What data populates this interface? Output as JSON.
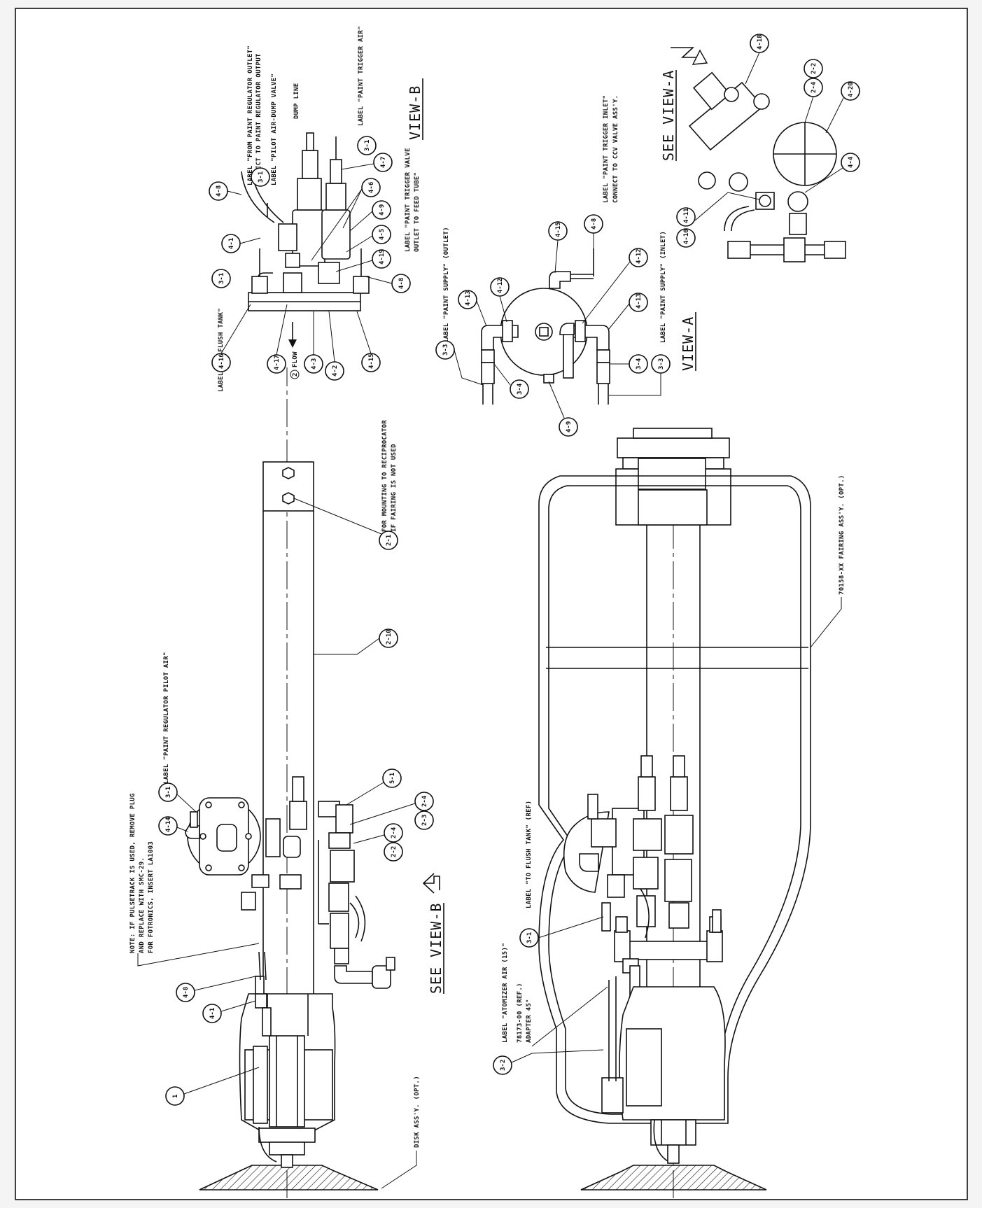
{
  "labels": {
    "from_paint_regulator_outlet": "LABEL \"FROM PAINT REGULATOR OUTLET\"",
    "connect_paint_regulator_output": "CONNECT TO PAINT REGULATOR OUTPUT",
    "pilot_air_dump_valve": "LABEL \"PILOT AIR-DUMP VALVE\"",
    "dump_line": "DUMP LINE",
    "paint_trigger_air": "LABEL \"PAINT TRIGGER AIR\"",
    "to_flush_tank_top": "LABEL \"TO FLUSH TANK\"",
    "flow": "FLOW",
    "flow_num": "2",
    "paint_trigger_valve_1": "LABEL \"PAINT TRIGGER VALVE",
    "paint_trigger_valve_2": "OUTLET TO FEED TUBE\"",
    "paint_supply_outlet": "LABEL \"PAINT SUPPLY\" (OUTLET)",
    "paint_trigger_inlet": "LABEL \"PAINT TRIGGER INLET\"",
    "connect_ccv": "CONNECT TO CCV VALVE ASS'Y.",
    "paint_supply_inlet": "LABEL \"PAINT SUPPLY\" (INLET)",
    "mounting_1": "FOR MOUNTING TO RECIPROCATOR",
    "mounting_2": "IF FAIRING IS NOT USED",
    "paint_regulator_pilot_air": "LABEL \"PAINT REGULATOR PILOT AIR\"",
    "note_1": "NOTE: IF PULSETRACK IS USED, REMOVE PLUG",
    "note_2": "AND REPLACE WITH SMC-29.",
    "note_3": "FOR FOTRONICS, INSERT LA1003",
    "disk_assy": "DISK ASS'Y. (OPT.)",
    "atomizer_air": "LABEL \"ATOMIZER AIR (15)\"",
    "adapter_1": "78173-00 (REF.)",
    "adapter_2": "ADAPTER 45°",
    "to_flush_tank_ref": "LABEL \"TO FLUSH TANK\" (REF)",
    "fairing_assy": "70158-XX FAIRING ASS'Y. (OPT.)"
  },
  "views": {
    "view_a": "VIEW-A",
    "view_b": "VIEW-B",
    "see_view_a": "SEE VIEW-A",
    "see_view_b": "SEE VIEW-B"
  },
  "bubbles": {
    "b_4_8_top": "4-8",
    "b_3_1_top": "3-1",
    "b_4_1_top": "4-1",
    "b_3_1_left": "3-1",
    "b_3_1_right": "3-1",
    "b_4_7": "4-7",
    "b_4_6": "4-6",
    "b_4_9_top": "4-9",
    "b_4_5": "4-5",
    "b_4_19": "4-19",
    "b_4_8_right": "4-8",
    "b_4_16": "4-16",
    "b_4_17": "4-17",
    "b_4_3": "4-3",
    "b_4_2": "4-2",
    "b_4_15_top": "4-15",
    "b_3_3_left": "3-3",
    "b_4_13_left": "4-13",
    "b_4_12_left": "4-12",
    "b_3_4_left": "3-4",
    "b_4_9_mid": "4-9",
    "b_4_15_mid": "4-15",
    "b_4_8_mid": "4-8",
    "b_4_12_right": "4-12",
    "b_4_13_right": "4-13",
    "b_3_4_right": "3-4",
    "b_3_3_right": "3-3",
    "b_4_18": "4-18",
    "b_2_2_tr": "2-2",
    "b_2_4_tr": "2-4",
    "b_4_20": "4-20",
    "b_4_4": "4-4",
    "b_4_10": "4-10",
    "b_4_11": "4-11",
    "b_2_1": "2-1",
    "b_2_10": "2-10",
    "b_3_1_reg": "3-1",
    "b_4_14": "4-14",
    "b_5_1": "5-1",
    "b_2_4_a": "2-4",
    "b_2_3": "2-3",
    "b_2_2_b": "2-2",
    "b_2_4_b": "2-4",
    "b_4_8_low": "4-8",
    "b_4_1_low": "4-1",
    "b_1": "1",
    "b_3_2": "3-2",
    "b_3_1_low": "3-1"
  }
}
